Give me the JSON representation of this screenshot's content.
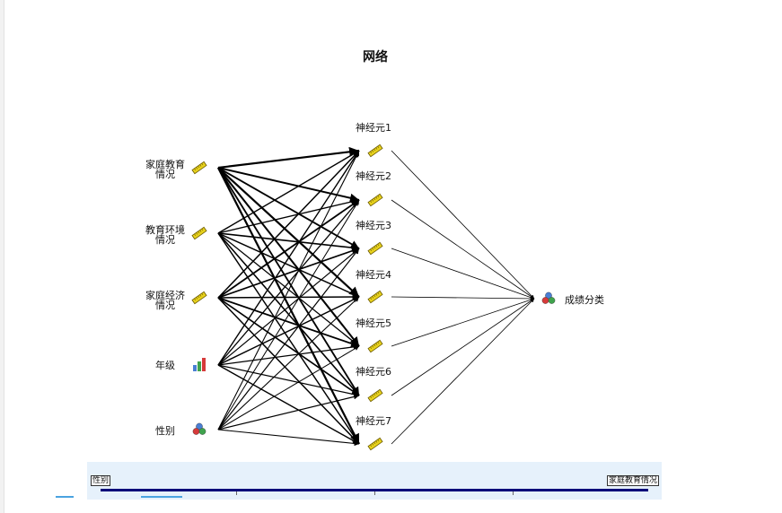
{
  "title": "网络",
  "input_nodes": [
    {
      "label": "家庭教育\n情况",
      "icon": "scale-ruler-icon"
    },
    {
      "label": "教育环境\n情况",
      "icon": "scale-ruler-icon"
    },
    {
      "label": "家庭经济\n情况",
      "icon": "scale-ruler-icon"
    },
    {
      "label": "年级",
      "icon": "ordinal-bar-icon"
    },
    {
      "label": "性别",
      "icon": "nominal-circles-icon"
    }
  ],
  "hidden_nodes": [
    {
      "label": "神经元1",
      "icon": "scale-ruler-icon"
    },
    {
      "label": "神经元2",
      "icon": "scale-ruler-icon"
    },
    {
      "label": "神经元3",
      "icon": "scale-ruler-icon"
    },
    {
      "label": "神经元4",
      "icon": "scale-ruler-icon"
    },
    {
      "label": "神经元5",
      "icon": "scale-ruler-icon"
    },
    {
      "label": "神经元6",
      "icon": "scale-ruler-icon"
    },
    {
      "label": "神经元7",
      "icon": "scale-ruler-icon"
    }
  ],
  "output_node": {
    "label": "成绩分类",
    "icon": "nominal-circles-icon"
  },
  "legend": {
    "left_label": "性别",
    "right_label": "家庭教育情况"
  },
  "colors": {
    "ruler": "#e8d21d",
    "ruler_outline": "#6b5a00",
    "link": "#000000",
    "legend_band": "#e6f1fb",
    "legend_line": "#0a0a7a"
  }
}
